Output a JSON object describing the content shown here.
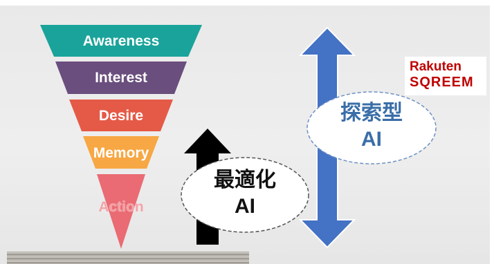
{
  "funnel": {
    "stages": [
      "Awareness",
      "Interest",
      "Desire",
      "Memory",
      "Action"
    ],
    "colors": [
      "#1aa39a",
      "#6a4e7d",
      "#e55a47",
      "#f7a744",
      "#ea6b73"
    ]
  },
  "optimization_bubble": {
    "line1": "最適化",
    "line2": "AI"
  },
  "exploration_bubble": {
    "line1": "探索型",
    "line2": "AI"
  },
  "logo": {
    "top": "Rakuten",
    "bottom": "SQREEM"
  },
  "arrows": {
    "up_arrow_color": "#000000",
    "double_arrow_color": "#4472c4"
  }
}
